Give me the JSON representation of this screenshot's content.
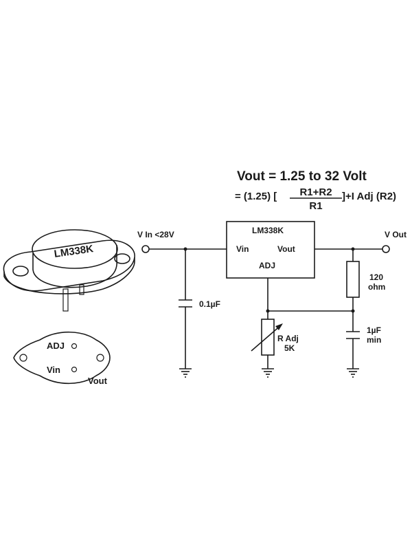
{
  "formula": {
    "line1": "Vout = 1.25 to 32 Volt",
    "prefix": "= (1.25) [",
    "numerator": "R1+R2",
    "denominator": "R1",
    "suffix": "]+I Adj (R2)"
  },
  "package": {
    "part_marking": "LM338K",
    "pins": {
      "adj": "ADJ",
      "vin": "Vin",
      "vout": "Vout"
    }
  },
  "circuit": {
    "input_label": "V In <28V",
    "output_label": "V Out",
    "ic": {
      "name": "LM338K",
      "vin": "Vin",
      "vout": "Vout",
      "adj": "ADJ"
    },
    "input_cap": "0.1µF",
    "r1": {
      "value": "120",
      "unit": "ohm"
    },
    "r2": {
      "line1": "R Adj",
      "line2": "5K"
    },
    "output_cap": {
      "value": "1µF",
      "note": "min"
    }
  },
  "colors": {
    "ink": "#1a1a1a",
    "background": "#ffffff"
  }
}
